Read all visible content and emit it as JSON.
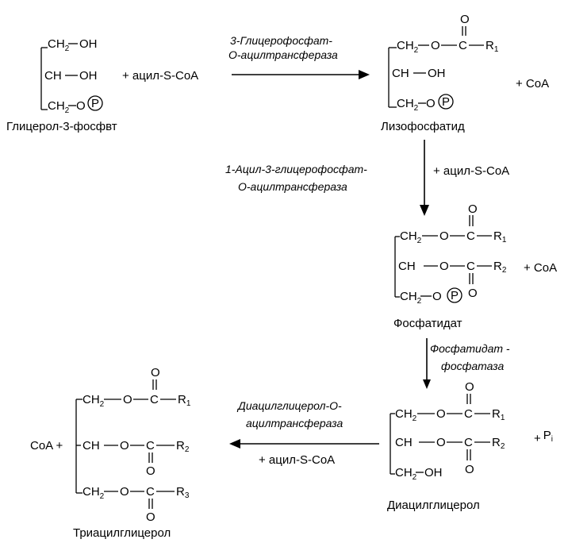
{
  "atoms": {
    "ch2": "CH",
    "ch": "CH",
    "o": "O",
    "oh": "OH",
    "c": "C",
    "p": "P",
    "two": "2",
    "r1": "R",
    "r2": "R",
    "r3": "R",
    "n1": "1",
    "n2": "2",
    "n3": "3"
  },
  "compounds": {
    "glycerol3p": "Глицерол-3-фосфвт",
    "lysophosphatide": "Лизофосфатид",
    "phosphatidate": "Фосфатидат",
    "diacylglycerol": "Диацилглицерол",
    "triacylglycerol": "Триацилглицерол"
  },
  "enzymes": {
    "step1": [
      "3-Глицерофосфат-",
      "О-ацилтрансфераза"
    ],
    "step2": [
      "1-Ацил-3-глицерофосфат-",
      "О-ацилтрансфераза"
    ],
    "step3": [
      "Фосфатидат -",
      "фосфатаза"
    ],
    "step4": [
      "Диацилглицерол-О-",
      "ацилтрансфераза"
    ]
  },
  "reagents": {
    "acyl_scoa_step1": "+ ацил-S-CoA",
    "acyl_scoa_step2": "+ ацил-S-CoA",
    "acyl_scoa_step4": "+ ацил-S-CoA",
    "coa_step1": "+ CoA",
    "coa_step2": "+ CoA",
    "pi_plus": "+",
    "pi": "P",
    "pi_sub": "i",
    "coa_step4": "CoA +"
  }
}
